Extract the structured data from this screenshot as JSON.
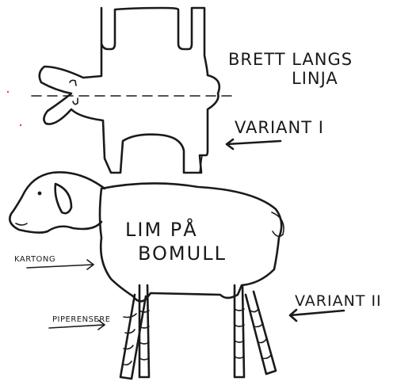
{
  "labels": {
    "fold_line_1": "BRETT LANGS",
    "fold_line_2": "LINJA",
    "variant_1": "VARIANT I",
    "glue_line_1": "LIM PÅ",
    "glue_line_2": "BOMULL",
    "cardboard": "KARTONG",
    "pipe_cleaner": "PIPERENSERE",
    "variant_2": "VARIANT II"
  },
  "colors": {
    "ink": "#1a1a1a",
    "paper": "#ffffff",
    "speck": "#d64a3a"
  }
}
